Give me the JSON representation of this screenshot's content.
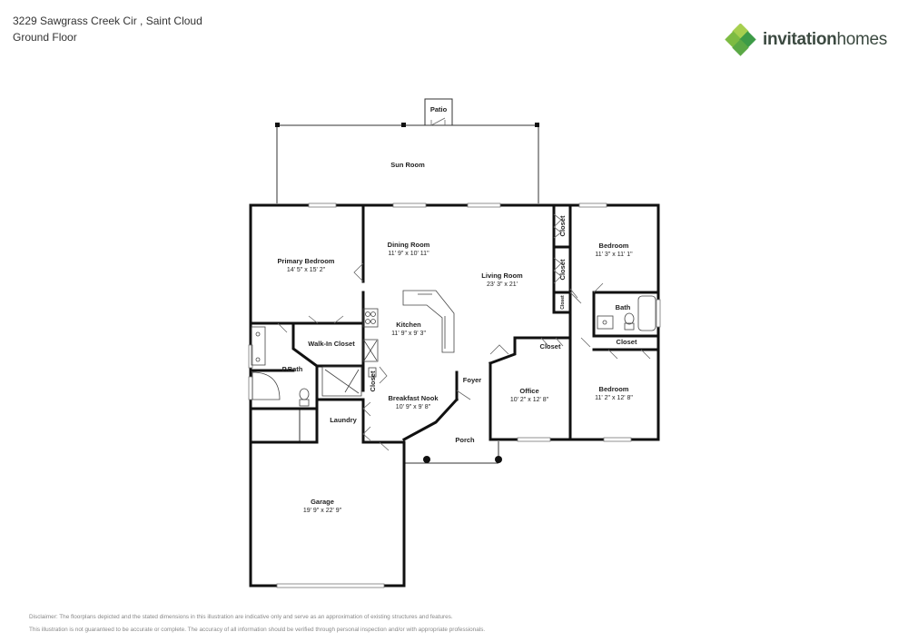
{
  "header": {
    "address": "3229 Sawgrass Creek Cir , Saint Cloud",
    "floor": "Ground Floor"
  },
  "logo": {
    "word1": "invitation",
    "word2": "homes",
    "icon": "diamond-cluster-logo-icon",
    "colors": [
      "#7dbb42",
      "#3d9b47",
      "#a6cf4f"
    ]
  },
  "rooms": {
    "patio": {
      "name": "Patio"
    },
    "sun_room": {
      "name": "Sun Room"
    },
    "primary_bedroom": {
      "name": "Primary Bedroom",
      "dims": "14' 5\" x 15' 2\""
    },
    "dining_room": {
      "name": "Dining Room",
      "dims": "11' 9\" x 10' 11\""
    },
    "living_room": {
      "name": "Living Room",
      "dims": "23' 3\" x 21'"
    },
    "kitchen": {
      "name": "Kitchen",
      "dims": "11' 9\" x 9' 3\""
    },
    "walk_in_closet": {
      "name": "Walk-In Closet"
    },
    "p_bath": {
      "name": "P.Bath"
    },
    "closet_nook": {
      "name": "Closet"
    },
    "breakfast_nook": {
      "name": "Breakfast Nook",
      "dims": "10' 9\" x 9' 8\""
    },
    "laundry": {
      "name": "Laundry"
    },
    "foyer": {
      "name": "Foyer"
    },
    "porch": {
      "name": "Porch"
    },
    "garage": {
      "name": "Garage",
      "dims": "19' 9\" x 22' 9\""
    },
    "office": {
      "name": "Office",
      "dims": "10' 2\" x 12' 8\""
    },
    "office_closet": {
      "name": "Closet"
    },
    "bedroom_1": {
      "name": "Bedroom",
      "dims": "11' 3\" x 11' 1\""
    },
    "closet_1": {
      "name": "Closet"
    },
    "closet_2": {
      "name": "Closet"
    },
    "closet_3": {
      "name": "Closet"
    },
    "bath": {
      "name": "Bath"
    },
    "bedroom_2": {
      "name": "Bedroom",
      "dims": "11' 2\" x 12' 8\""
    },
    "bedroom_2_closet": {
      "name": "Closet"
    }
  },
  "disclaimer": {
    "line1": "Disclaimer: The floorplans depicted and the stated dimensions in this illustration are indicative only and serve as an approximation of existing structures and features.",
    "line2": "This illustration is not guaranteed to be accurate or complete. The accuracy of all information should be verified through personal inspection and/or with appropriate professionals."
  }
}
